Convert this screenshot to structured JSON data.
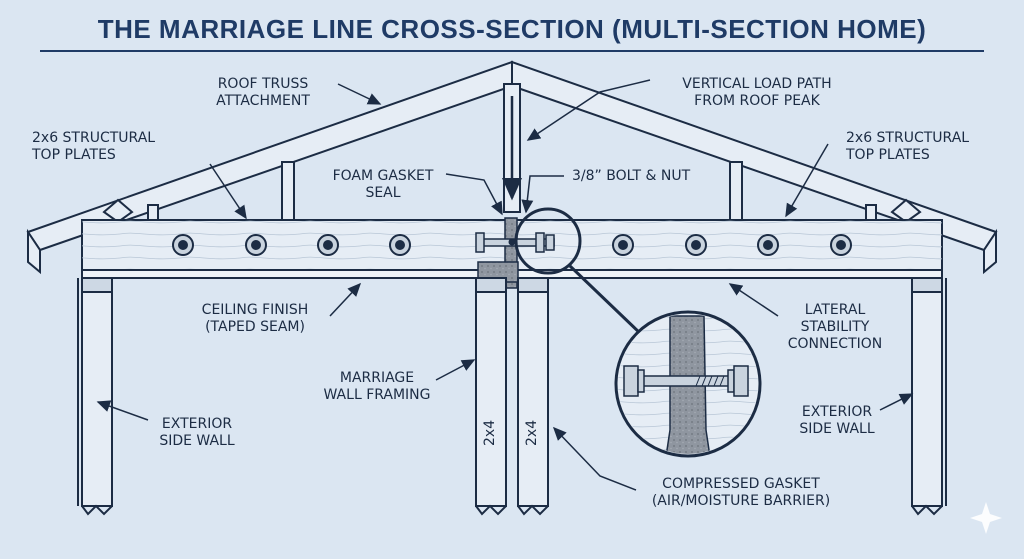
{
  "title": "THE MARRIAGE LINE CROSS-SECTION (MULTI-SECTION HOME)",
  "labels": {
    "roof_truss": [
      "ROOF TRUSS",
      "ATTACHMENT"
    ],
    "vertical_load": [
      "VERTICAL LOAD PATH",
      "FROM ROOF PEAK"
    ],
    "top_plates_left": [
      "2x6 STRUCTURAL",
      "TOP PLATES"
    ],
    "top_plates_right": [
      "2x6 STRUCTURAL",
      "TOP PLATES"
    ],
    "foam_gasket": [
      "FOAM GASKET",
      "SEAL"
    ],
    "bolt_nut": "3/8” BOLT & NUT",
    "ceiling_finish": [
      "CEILING FINISH",
      "(TAPED SEAM)"
    ],
    "lateral": [
      "LATERAL",
      "STABILITY",
      "CONNECTION"
    ],
    "marriage_wall": [
      "MARRIAGE",
      "WALL FRAMING"
    ],
    "exterior_left": [
      "EXTERIOR",
      "SIDE WALL"
    ],
    "exterior_right": [
      "EXTERIOR",
      "SIDE WALL"
    ],
    "compressed_gasket": [
      "COMPRESSED GASKET",
      "(AIR/MOISTURE BARRIER)"
    ],
    "stud_left": "2x4",
    "stud_right": "2x4"
  },
  "colors": {
    "background": "#dbe6f2",
    "ink": "#1c2c44",
    "title": "#1f3b66",
    "wood": "#e6edf5",
    "gasket": "#8f96a0"
  },
  "icons": [
    "sparkle-icon"
  ]
}
